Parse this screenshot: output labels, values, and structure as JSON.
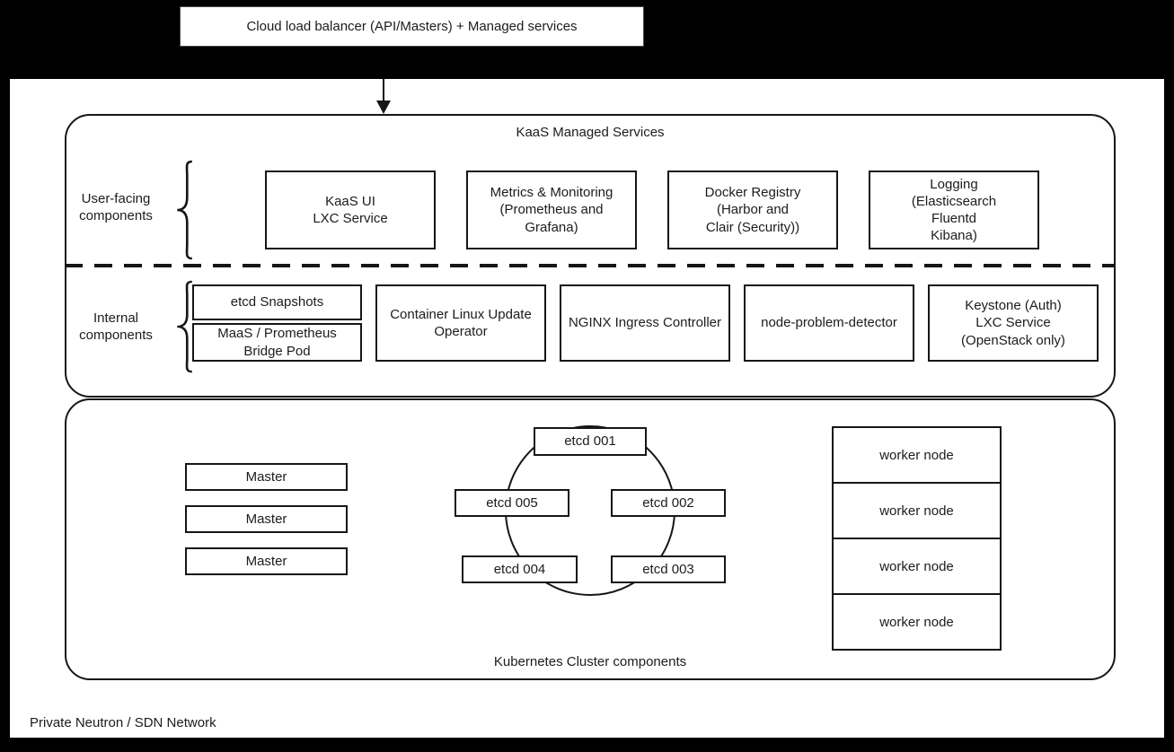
{
  "top": {
    "load_balancer_label": "Cloud load balancer (API/Masters) + Managed services"
  },
  "managed": {
    "title": "KaaS Managed Services",
    "user_facing": {
      "label": "User-facing\ncomponents",
      "boxes": [
        "KaaS UI\nLXC Service",
        "Metrics & Monitoring\n(Prometheus and\nGrafana)",
        "Docker Registry\n(Harbor and\nClair (Security))",
        "Logging\n(Elasticsearch\nFluentd\nKibana)"
      ]
    },
    "internal": {
      "label": "Internal\ncomponents",
      "stacked": [
        "etcd Snapshots",
        "MaaS / Prometheus\nBridge Pod"
      ],
      "boxes": [
        "Container Linux Update\nOperator",
        "NGINX Ingress Controller",
        "node-problem-detector",
        "Keystone (Auth)\nLXC Service\n(OpenStack only)"
      ]
    }
  },
  "cluster": {
    "title": "Kubernetes Cluster components",
    "masters": [
      "Master",
      "Master",
      "Master"
    ],
    "etcd": [
      "etcd 001",
      "etcd 002",
      "etcd 003",
      "etcd 004",
      "etcd 005"
    ],
    "workers": [
      "worker node",
      "worker node",
      "worker node",
      "worker node"
    ]
  },
  "footer": {
    "network_label": "Private Neutron / SDN Network"
  },
  "colors": {
    "background": "#000000",
    "surface": "#ffffff",
    "line": "#161616",
    "text": "#1c1c1c"
  }
}
